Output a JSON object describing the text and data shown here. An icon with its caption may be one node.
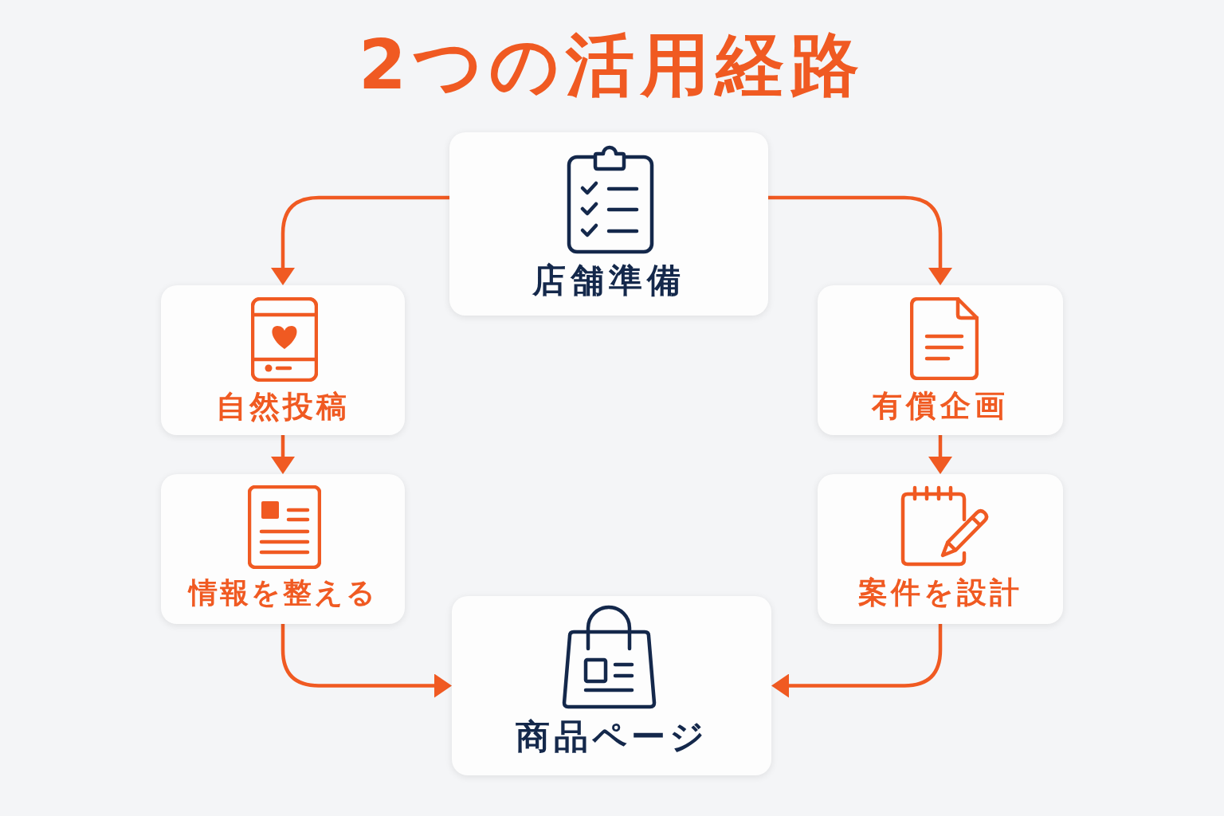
{
  "diagram": {
    "title": "2つの活用経路",
    "nodes": [
      {
        "text": [
          "店舗準備"
        ]
      },
      {
        "text": [
          "自然投稿"
        ]
      },
      {
        "text": [
          "有償企画"
        ]
      },
      {
        "text": [
          "情報を整える"
        ]
      },
      {
        "text": [
          "案件を設計"
        ]
      },
      {
        "text": [
          "商品ページ"
        ]
      }
    ],
    "edges": [
      {
        "from": 0,
        "to": 1,
        "arrow": "to"
      },
      {
        "from": 0,
        "to": 2,
        "arrow": "to"
      },
      {
        "from": 1,
        "to": 3,
        "arrow": "to"
      },
      {
        "from": 2,
        "to": 4,
        "arrow": "to"
      },
      {
        "from": 3,
        "to": 5,
        "arrow": "to"
      },
      {
        "from": 4,
        "to": 5,
        "arrow": "to"
      }
    ]
  }
}
